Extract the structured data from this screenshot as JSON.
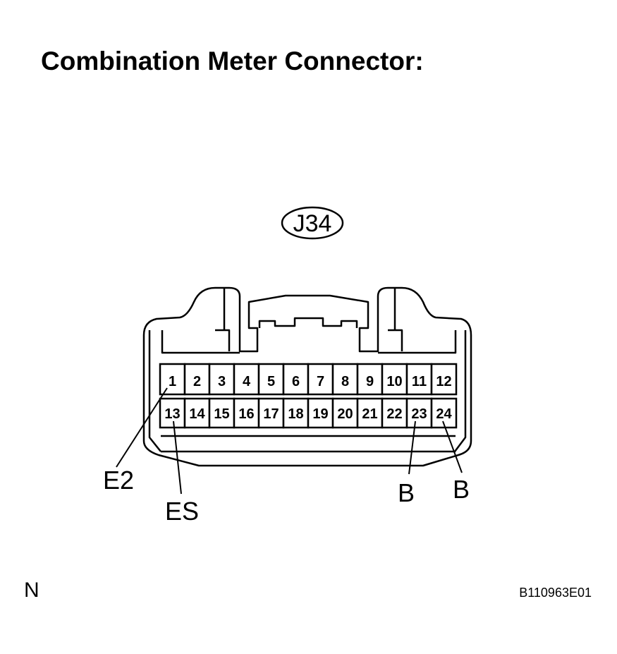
{
  "title": "Combination Meter Connector:",
  "connector_id": "J34",
  "pins_top": [
    "1",
    "2",
    "3",
    "4",
    "5",
    "6",
    "7",
    "8",
    "9",
    "10",
    "11",
    "12"
  ],
  "pins_bottom": [
    "13",
    "14",
    "15",
    "16",
    "17",
    "18",
    "19",
    "20",
    "21",
    "22",
    "23",
    "24"
  ],
  "labels": {
    "e2": "E2",
    "es": "ES",
    "b_pin23": "B",
    "b_pin24": "B"
  },
  "footer": {
    "left": "N",
    "right": "B110963E01"
  }
}
